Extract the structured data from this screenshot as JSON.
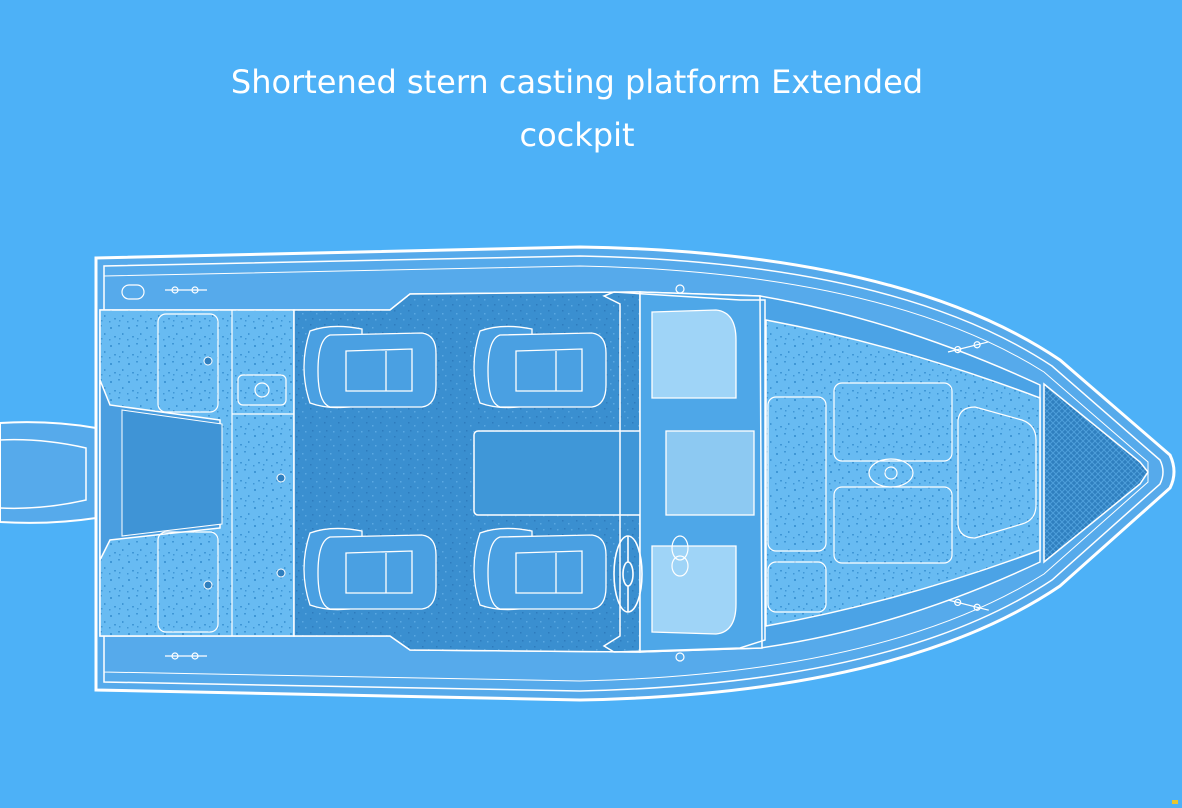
{
  "diagram": {
    "title": "Shortened stern casting platform Extended cockpit",
    "colors": {
      "background": "#4db1f7",
      "outline": "#ffffff",
      "deck": "#65b9f0",
      "cockpit_floor": "#3a8fd0",
      "bow_deck": "#2f7fbf",
      "console_glass": "#9fd4f7",
      "engine": "#56aaeb"
    },
    "components": [
      "outboard-engine-icon",
      "stern-casting-platform",
      "cockpit-floor",
      "seat-icon",
      "steering-wheel-icon",
      "console",
      "windshield",
      "bow-casting-deck",
      "anchor-locker",
      "hatch-icon",
      "cleat-icon"
    ]
  }
}
